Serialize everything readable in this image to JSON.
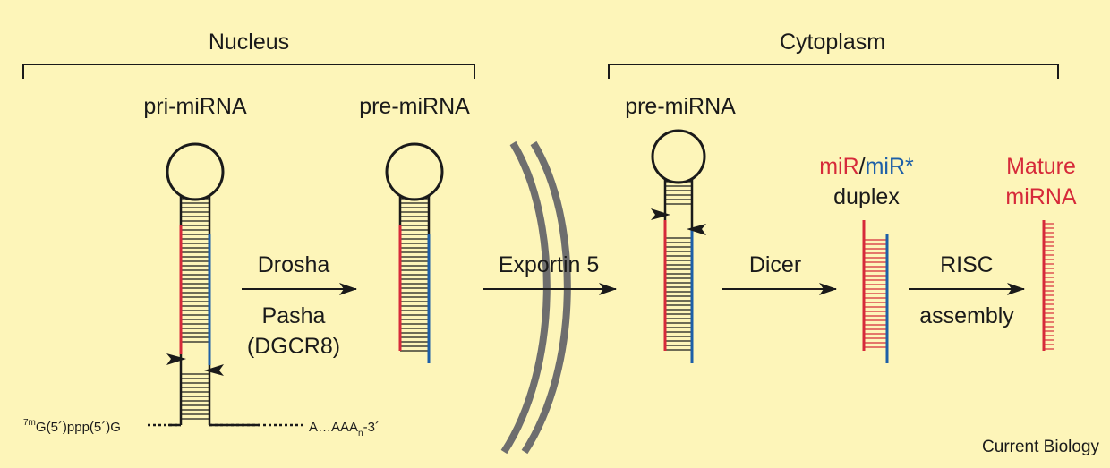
{
  "compartments": {
    "nucleus": "Nucleus",
    "cytoplasm": "Cytoplasm"
  },
  "stages": {
    "pri_mirna": "pri-miRNA",
    "pre_mirna_nucleus": "pre-miRNA",
    "pre_mirna_cytoplasm": "pre-miRNA",
    "duplex_mir": "miR",
    "duplex_slash": "/",
    "duplex_mirstar": "miR*",
    "duplex_word": "duplex",
    "mature_line1": "Mature",
    "mature_line2": "miRNA"
  },
  "transcript": {
    "five_prime_sup": "7m",
    "five_prime_cap": "G(5´)ppp(5´)G",
    "three_prime_main": "A…AAA",
    "three_prime_sub": "n",
    "three_prime_end": "-3´"
  },
  "steps": {
    "drosha": "Drosha",
    "pasha": "Pasha",
    "dgcr8": "(DGCR8)",
    "exportin": "Exportin 5",
    "dicer": "Dicer",
    "risc": "RISC",
    "assembly": "assembly"
  },
  "credit": "Current Biology",
  "colors": {
    "background": "#fdf5b9",
    "guide_strand": "#d62a3a",
    "passenger_strand": "#1d5fa8",
    "membrane": "#6e6e6e",
    "ink": "#1a1a1a"
  }
}
